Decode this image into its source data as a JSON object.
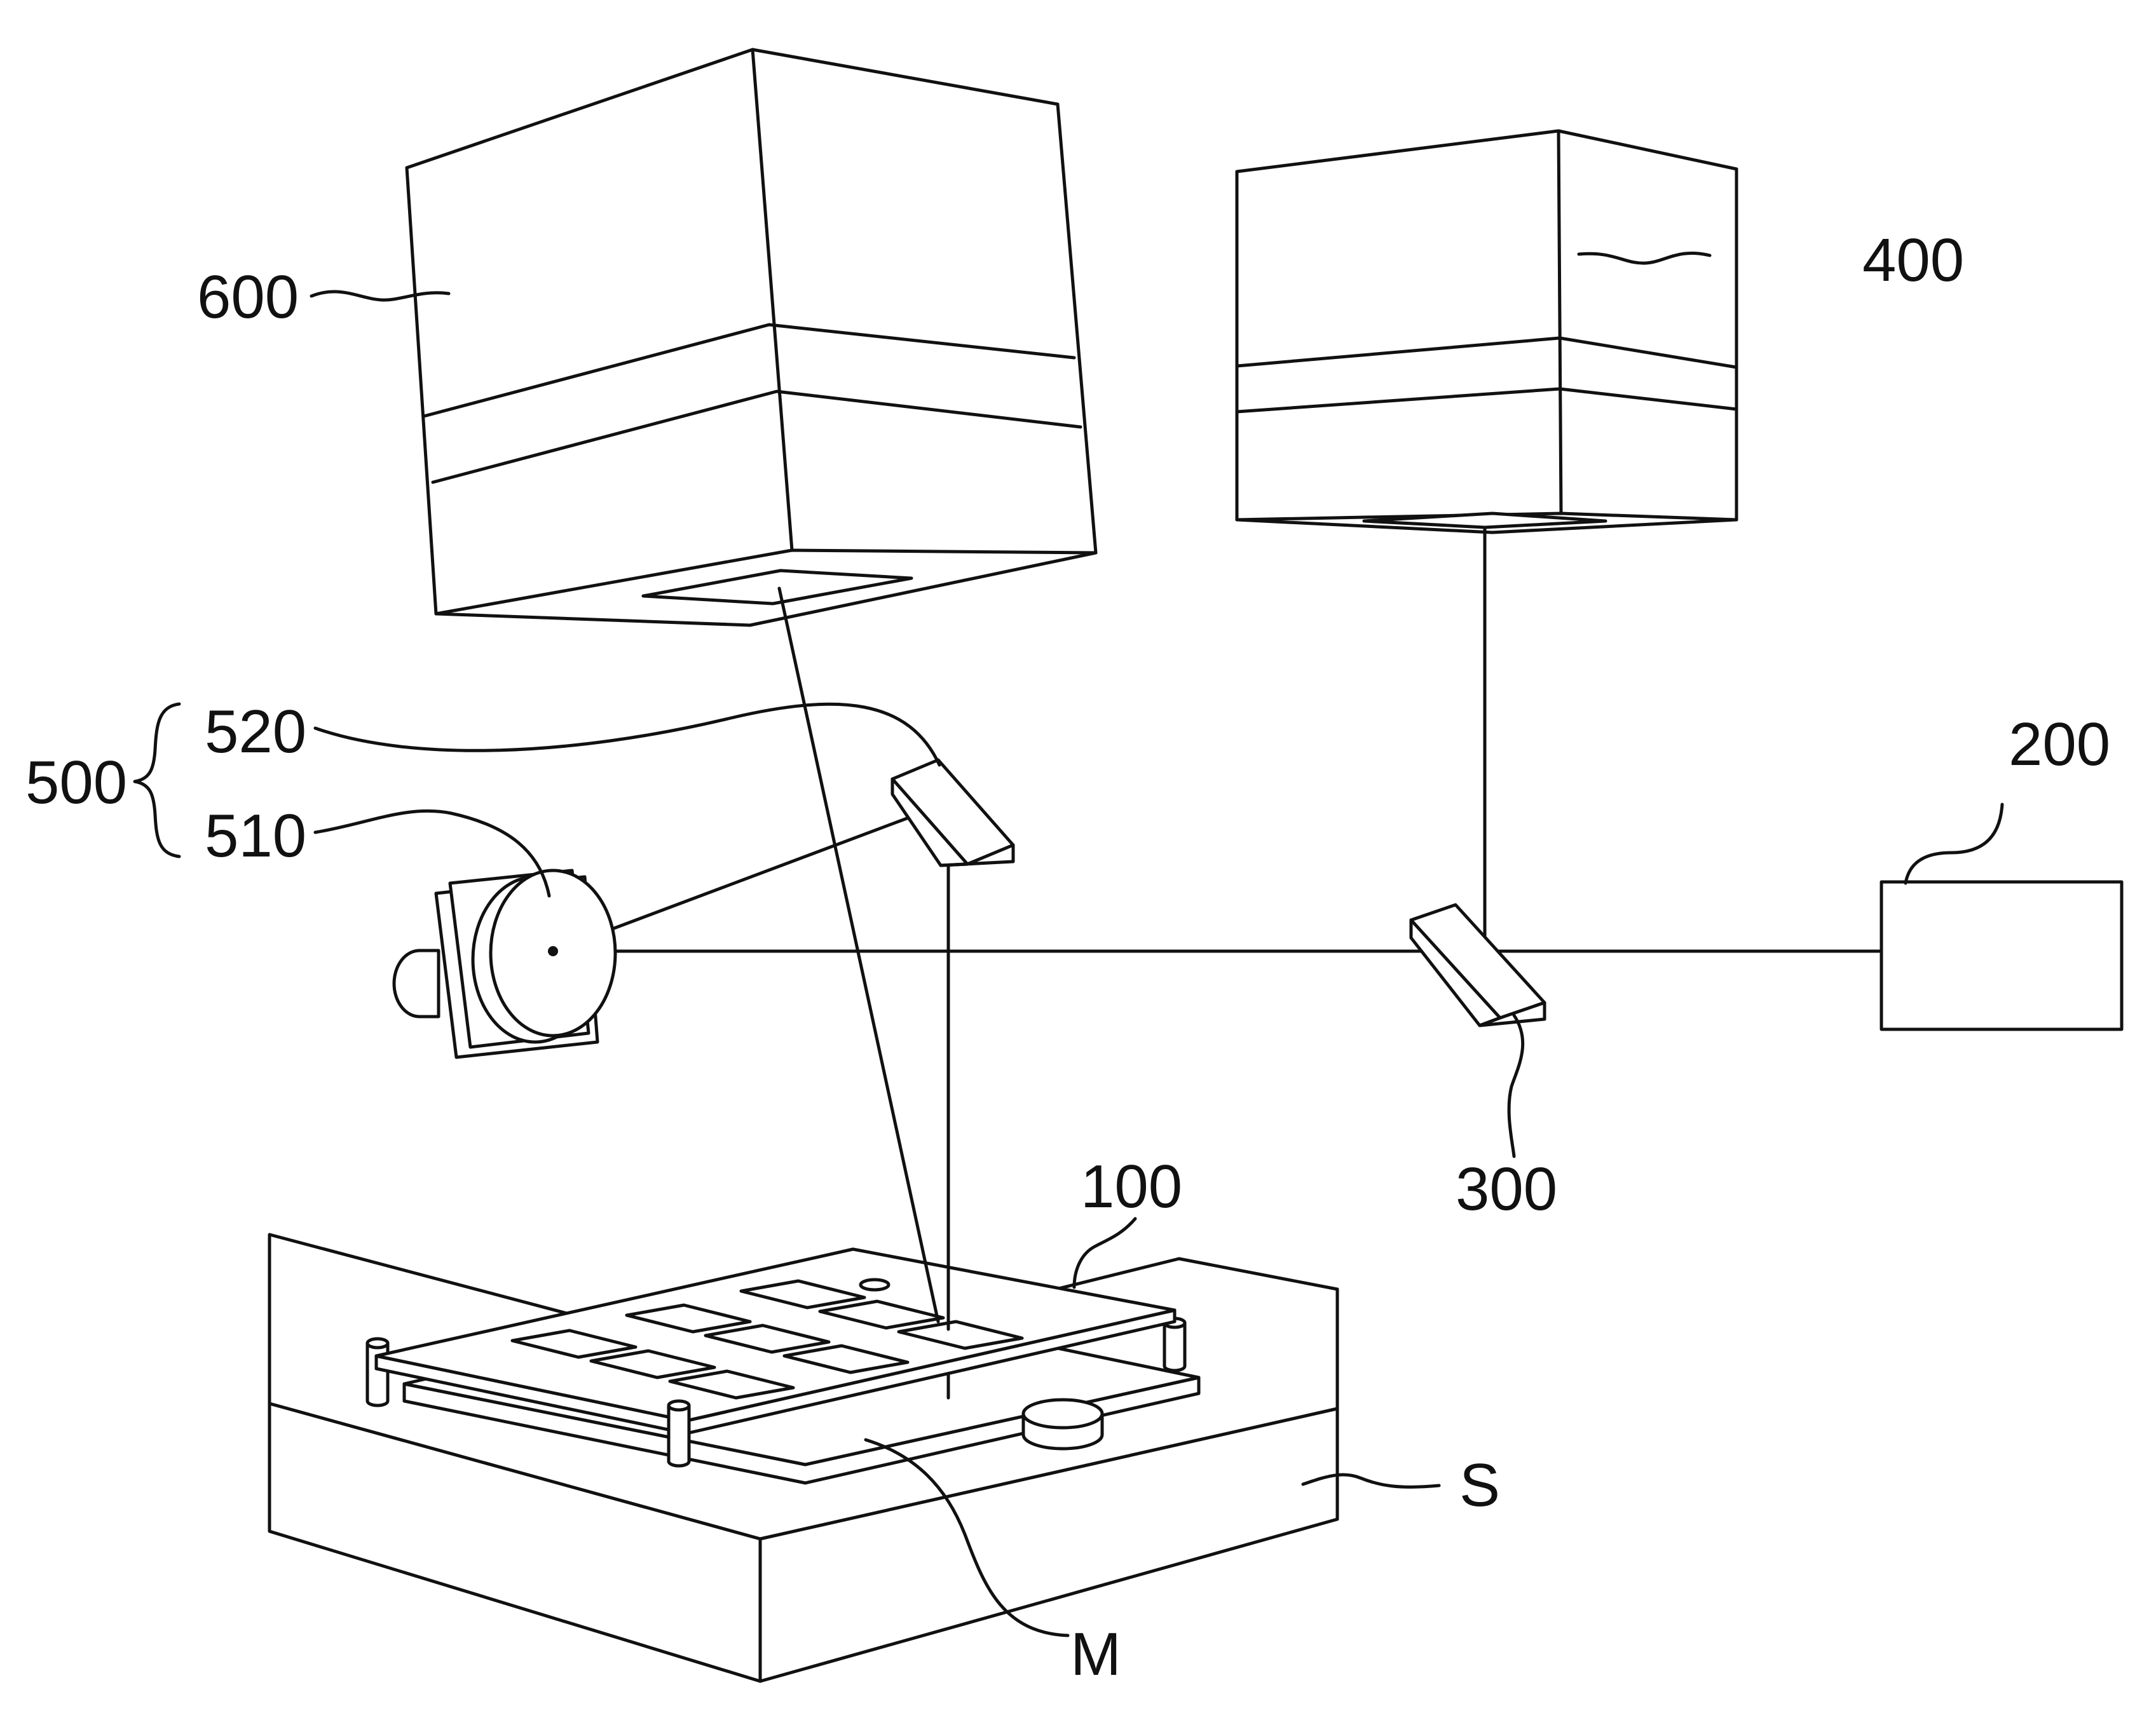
{
  "labels": {
    "ref_600": "600",
    "ref_400": "400",
    "ref_500": "500",
    "ref_520": "520",
    "ref_510": "510",
    "ref_200": "200",
    "ref_300": "300",
    "ref_100": "100",
    "ref_S": "S",
    "ref_M": "M"
  }
}
